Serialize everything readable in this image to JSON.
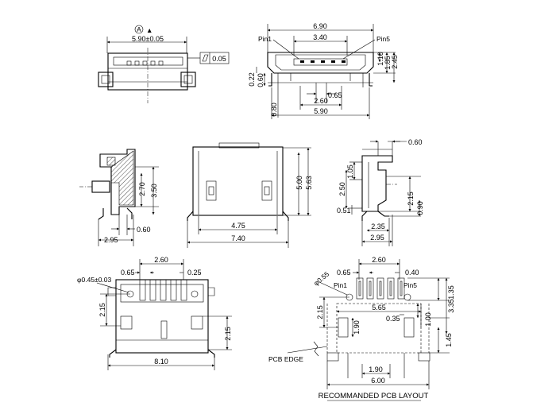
{
  "drawing": {
    "note": "RECOMMANDED PCB LAYOUT",
    "pcb_edge": "PCB EDGE",
    "pin1": "Pin1",
    "pin5": "Pin5",
    "front_view": {
      "width": "5.90±0.05",
      "flatness": "0.05",
      "datum": "A",
      "triangle": "▲"
    },
    "pin_view": {
      "d_690": "6.90",
      "d_340": "3.40",
      "d_022": "0.22",
      "d_060": "0.60",
      "d_080": "0.80",
      "d_065": "0.65",
      "d_260": "2.60",
      "d_590": "5.90",
      "d_110": "1.10",
      "d_185": "1.85",
      "d_245": "2.45"
    },
    "side_hatched": {
      "d_270": "2.70",
      "d_350": "3.50",
      "d_295": "2.95",
      "d_060": "0.60"
    },
    "top_view": {
      "d_500": "5.00",
      "d_563": "5.63",
      "d_475": "4.75",
      "d_740": "7.40"
    },
    "side_right": {
      "d_060": "0.60",
      "d_105": "1.05",
      "d_250": "2.50",
      "d_051": "0.51",
      "d_215": "2.15",
      "d_090": "0.90",
      "d_235": "2.35",
      "d_295": "2.95"
    },
    "bottom_view": {
      "d_260": "2.60",
      "d_065": "0.65",
      "d_025": "0.25",
      "hole": "φ0.45±0.03",
      "d_215_left": "2.15",
      "d_215_right": "2.15",
      "d_810": "8.10"
    },
    "pcb_layout": {
      "d_260": "2.60",
      "d_065": "0.65",
      "d_040": "0.40",
      "hole": "φ0.55",
      "d_135": "1.35",
      "d_335": "3.35",
      "d_565": "5.65",
      "d_035": "0.35",
      "d_215": "2.15",
      "d_190_v": "1.90",
      "d_100": "1.00",
      "d_145": "1.45",
      "d_190_h": "1.90",
      "d_600": "6.00"
    }
  }
}
